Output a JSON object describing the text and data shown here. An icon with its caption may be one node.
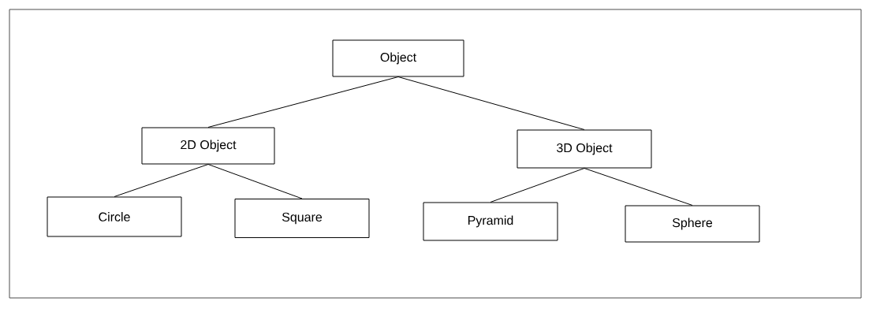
{
  "diagram": {
    "nodes": [
      {
        "text": [
          "Object"
        ]
      },
      {
        "text": [
          "2D Object"
        ]
      },
      {
        "text": [
          "3D Object"
        ]
      },
      {
        "text": [
          "Circle"
        ]
      },
      {
        "text": [
          "Square"
        ]
      },
      {
        "text": [
          "Pyramid"
        ]
      },
      {
        "text": [
          "Sphere"
        ]
      }
    ],
    "edges": [
      {
        "from": 0,
        "to": 1,
        "arrow": "none"
      },
      {
        "from": 0,
        "to": 2,
        "arrow": "none"
      },
      {
        "from": 1,
        "to": 3,
        "arrow": "none"
      },
      {
        "from": 1,
        "to": 4,
        "arrow": "none"
      },
      {
        "from": 2,
        "to": 5,
        "arrow": "none"
      },
      {
        "from": 2,
        "to": 6,
        "arrow": "none"
      }
    ]
  }
}
